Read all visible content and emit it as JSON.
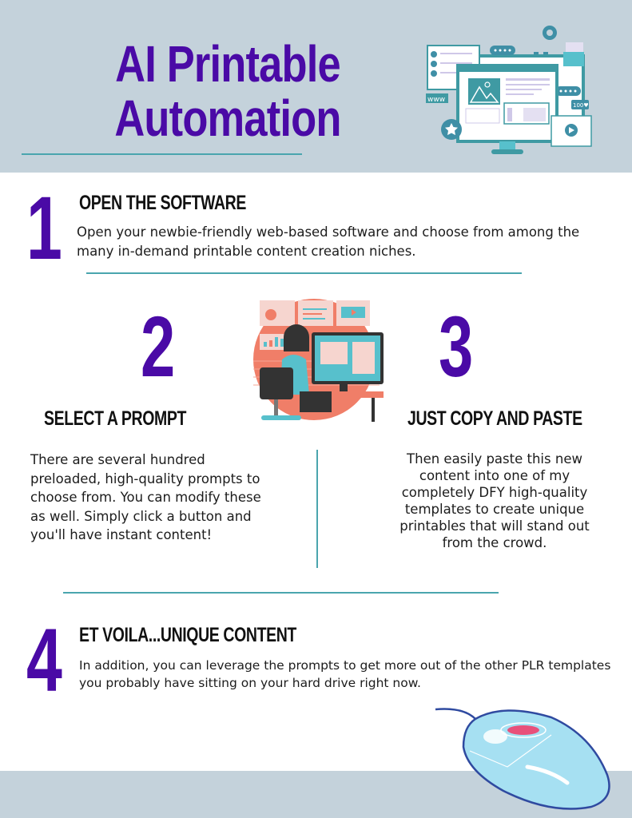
{
  "header": {
    "title_line1": "AI Printable",
    "title_line2": "Automation",
    "illustration": "computer-monitor-web-design-illustration"
  },
  "colors": {
    "header_bg": "#c4d2db",
    "accent_purple": "#4a0aa6",
    "divider_teal": "#4aa5ae",
    "illustration_teal": "#3f9aa3",
    "illustration_coral": "#f07e68"
  },
  "steps": [
    {
      "number": "1",
      "heading": "OPEN THE SOFTWARE",
      "body": "Open your newbie-friendly web-based software and choose from among the many in-demand printable content creation niches."
    },
    {
      "number": "2",
      "heading": "SELECT A PROMPT",
      "body": "There are several hundred preloaded, high-quality prompts to choose from. You can modify these as well. Simply click a button and you'll have instant content!"
    },
    {
      "number": "3",
      "heading": "JUST COPY AND PASTE",
      "body": "Then easily paste this new content into one of my completely DFY high-quality templates to create unique printables that will stand out from the crowd."
    },
    {
      "number": "4",
      "heading": "ET VOILA...UNIQUE CONTENT",
      "body": "In addition, you can leverage the prompts to get more out of the other PLR templates you probably have sitting on your hard drive right now."
    }
  ],
  "illustrations": {
    "middle": "woman-at-computer-illustration",
    "bottom": "computer-mouse-illustration"
  }
}
